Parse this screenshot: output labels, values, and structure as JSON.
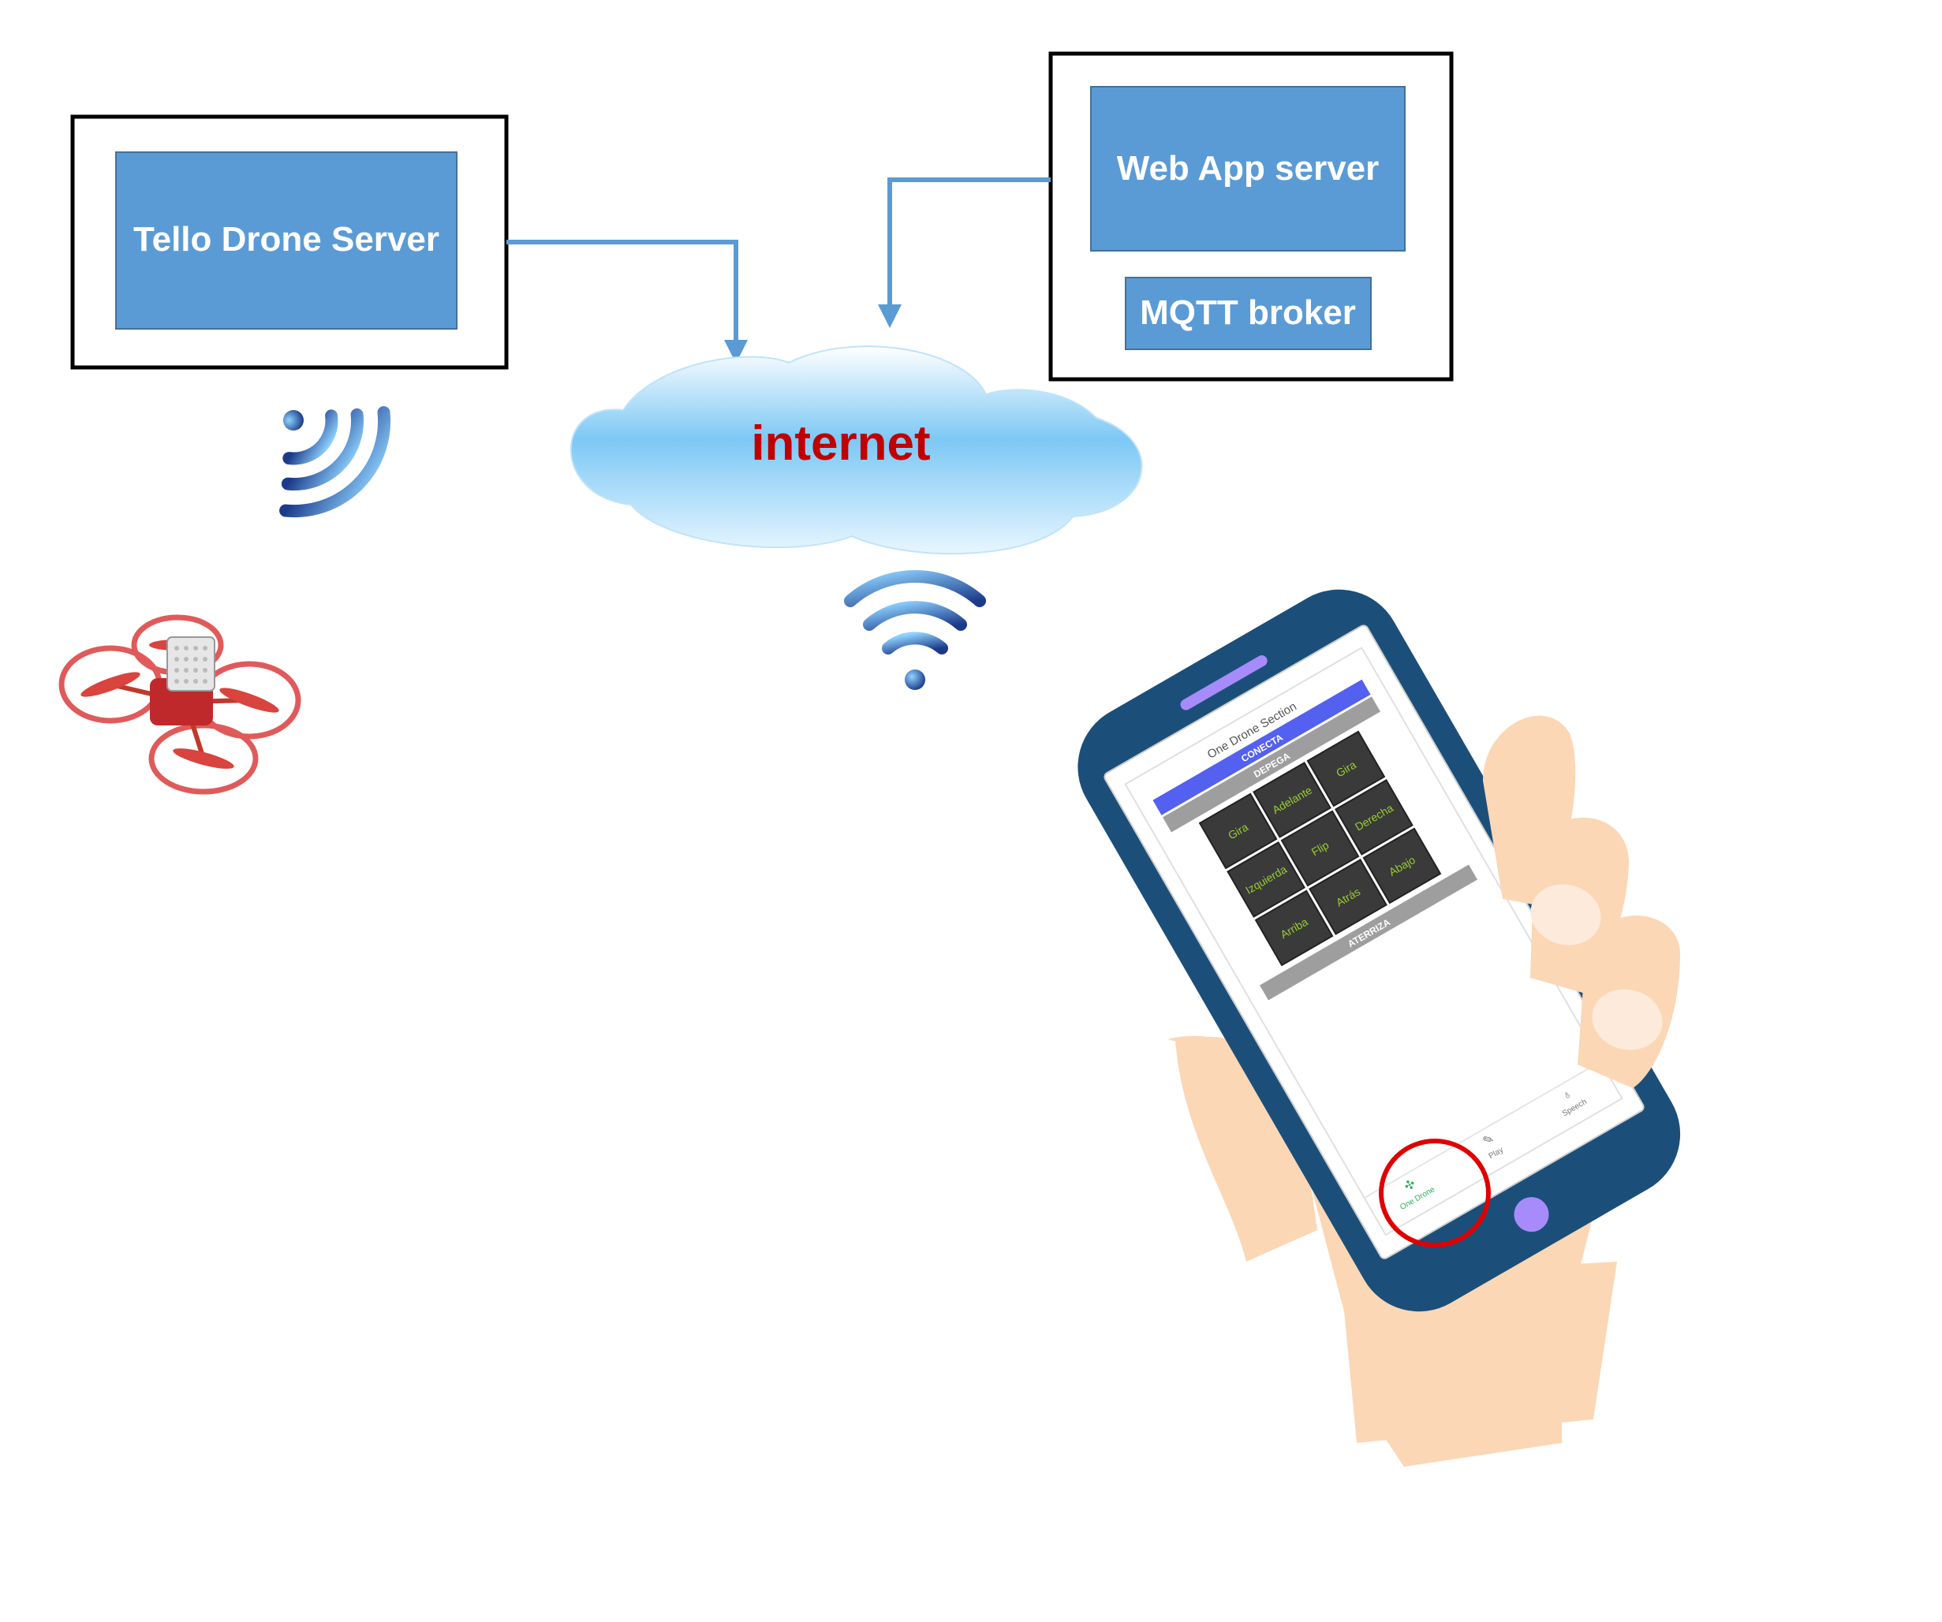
{
  "diagram": {
    "tello_server": {
      "label": "Tello Drone Server"
    },
    "web_app_server": {
      "label": "Web App server"
    },
    "mqtt_broker": {
      "label": "MQTT broker"
    },
    "cloud": {
      "label": "internet"
    }
  },
  "phone_app": {
    "title": "One Drone Section",
    "buttons": {
      "conecta": "CONECTA",
      "despega": "DEPEGA",
      "aterriza": "ATERRIZA"
    },
    "grid": [
      "Gira",
      "Adelante",
      "Gira",
      "Izquierda",
      "Flip",
      "Derecha",
      "Arriba",
      "Atrás",
      "Abajo"
    ],
    "bottom_nav": [
      "One Drone",
      "Play",
      "Speech"
    ]
  },
  "colors": {
    "box_fill": "#5B9BD5",
    "box_stroke": "#41719C",
    "internet_text": "#C00000",
    "phone_body": "#1B4F7A",
    "accent_purple": "#A78BFA",
    "grid_text": "#9ACD32",
    "highlight_circle": "#E00000"
  }
}
